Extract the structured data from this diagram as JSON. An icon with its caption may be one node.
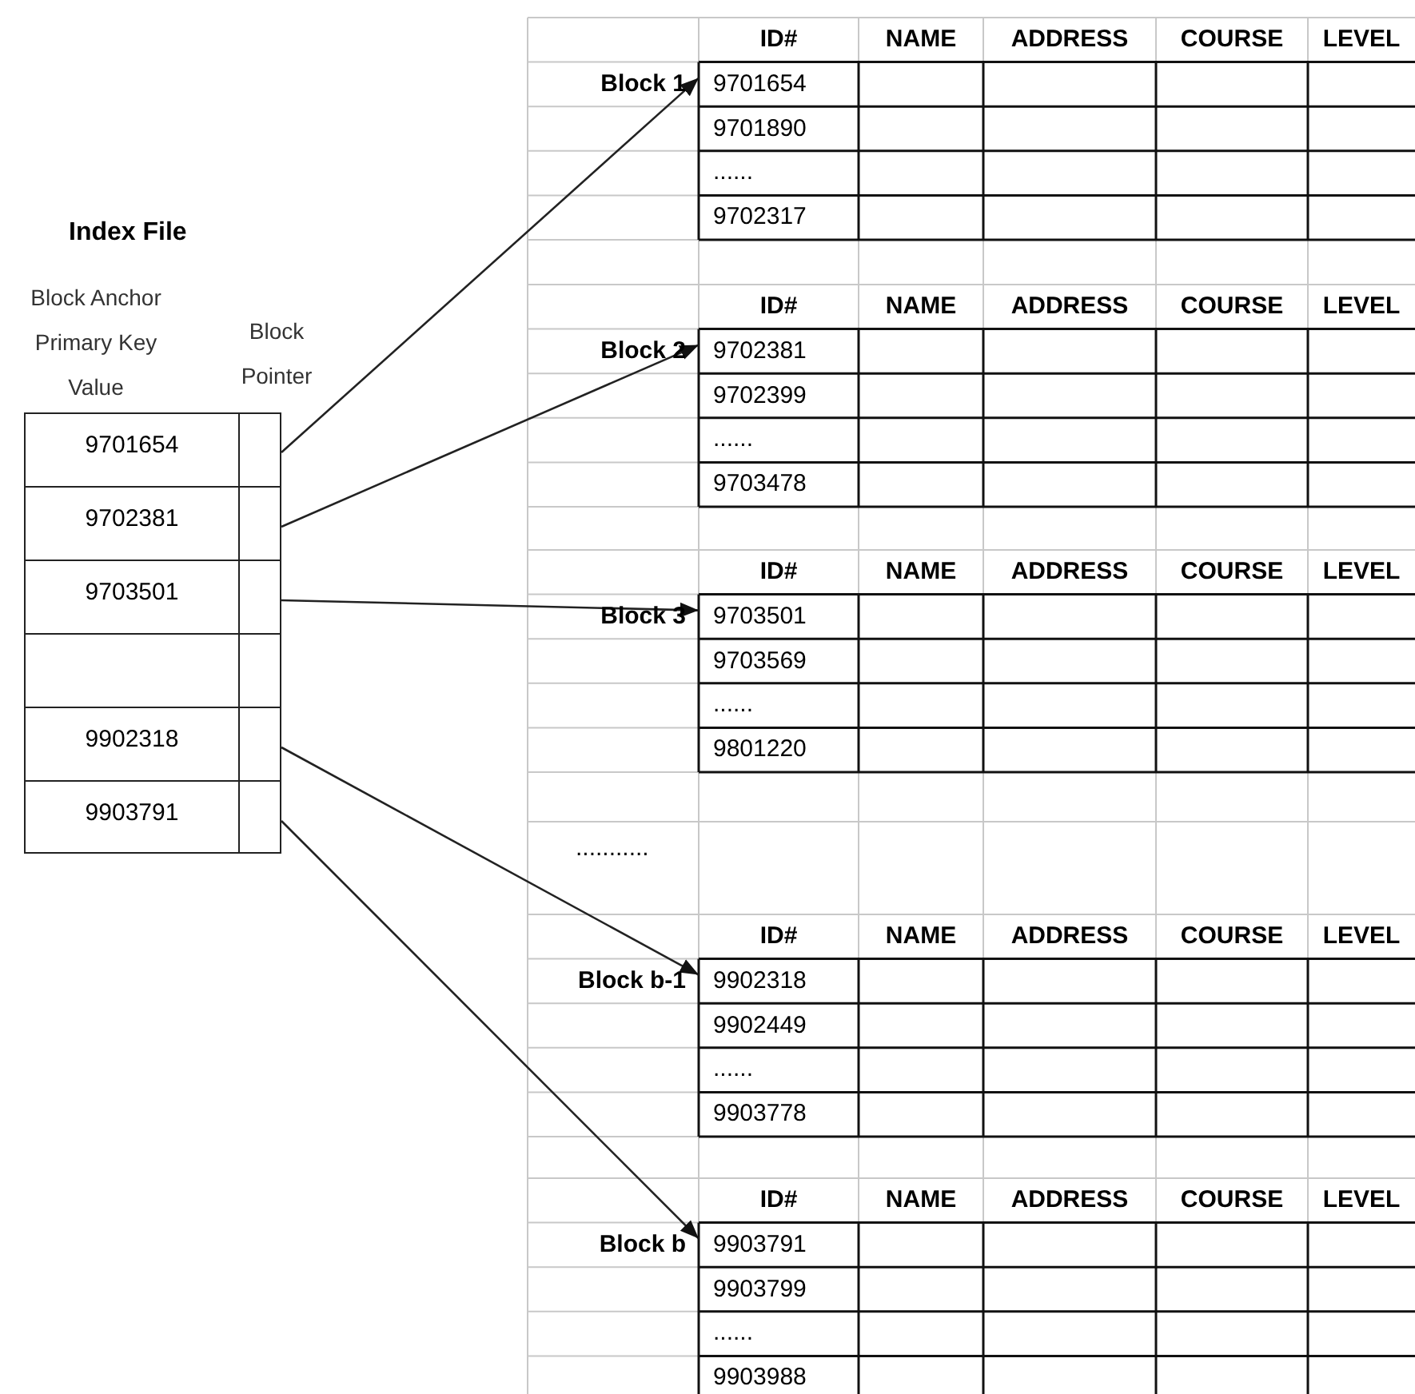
{
  "diagram": {
    "nodes": [
      {
        "text": [
          "9701654"
        ]
      },
      {
        "text": [
          "9702381"
        ]
      },
      {
        "text": [
          "9703501"
        ]
      },
      {
        "text": [],
        "shape": "box"
      },
      {
        "text": [
          "9902318"
        ]
      },
      {
        "text": [
          "9903791"
        ]
      },
      {
        "text": [
          "9701654"
        ]
      },
      {
        "text": [
          "9702381"
        ]
      },
      {
        "text": [
          "9703501"
        ]
      },
      {
        "text": [
          "9902318"
        ]
      },
      {
        "text": [
          "9903791"
        ]
      }
    ],
    "edges": [
      {
        "from": 0,
        "to": 6,
        "arrow": "to"
      },
      {
        "from": 1,
        "to": 7,
        "arrow": "to"
      },
      {
        "from": 2,
        "to": 8,
        "arrow": "to"
      },
      {
        "from": 4,
        "to": 9,
        "arrow": "to"
      },
      {
        "from": 5,
        "to": 10,
        "arrow": "to"
      }
    ],
    "labels": [
      "Index File",
      "Block Anchor Primary Key Value",
      "Block Pointer",
      "ID#",
      "NAME",
      "ADDRESS",
      "COURSE",
      "LEVEL",
      "Block 1",
      "9701890",
      "......",
      "9702317",
      "ID#",
      "NAME",
      "ADDRESS",
      "COURSE",
      "LEVEL",
      "Block 2",
      "9702399",
      "......",
      "9703478",
      "ID#",
      "NAME",
      "ADDRESS",
      "COURSE",
      "LEVEL",
      "Block 3",
      "9703569",
      "......",
      "9801220",
      "...........",
      "ID#",
      "NAME",
      "ADDRESS",
      "COURSE",
      "LEVEL",
      "Block b-1",
      "9902449",
      "......",
      "9903778",
      "ID#",
      "NAME",
      "ADDRESS",
      "COURSE",
      "LEVEL",
      "Block b",
      "9903799",
      "......",
      "9903988"
    ]
  }
}
